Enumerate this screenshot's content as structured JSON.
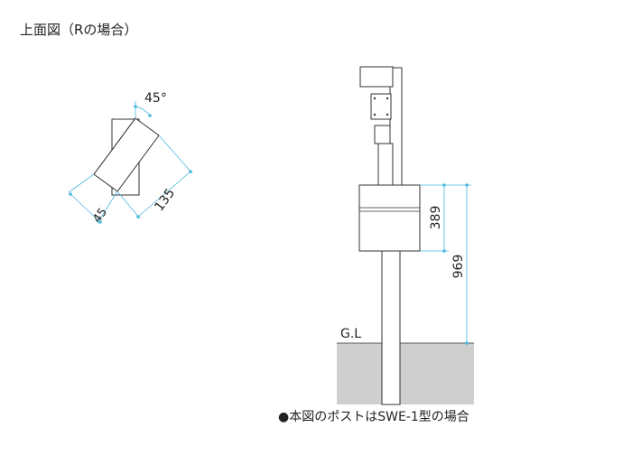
{
  "header": {
    "title": "上面図（Rの場合）"
  },
  "top_view": {
    "angle_label": "45°",
    "dim_length": "135",
    "dim_width": "45"
  },
  "side_view": {
    "dim_box_height": "389",
    "dim_total_height": "969",
    "ground_label": "G.L"
  },
  "footer": {
    "note": "●本図のポストはSWE-1型の場合"
  },
  "colors": {
    "line": "#333333",
    "dimension": "#49b9dd",
    "ground_fill": "#cfcfcf"
  }
}
